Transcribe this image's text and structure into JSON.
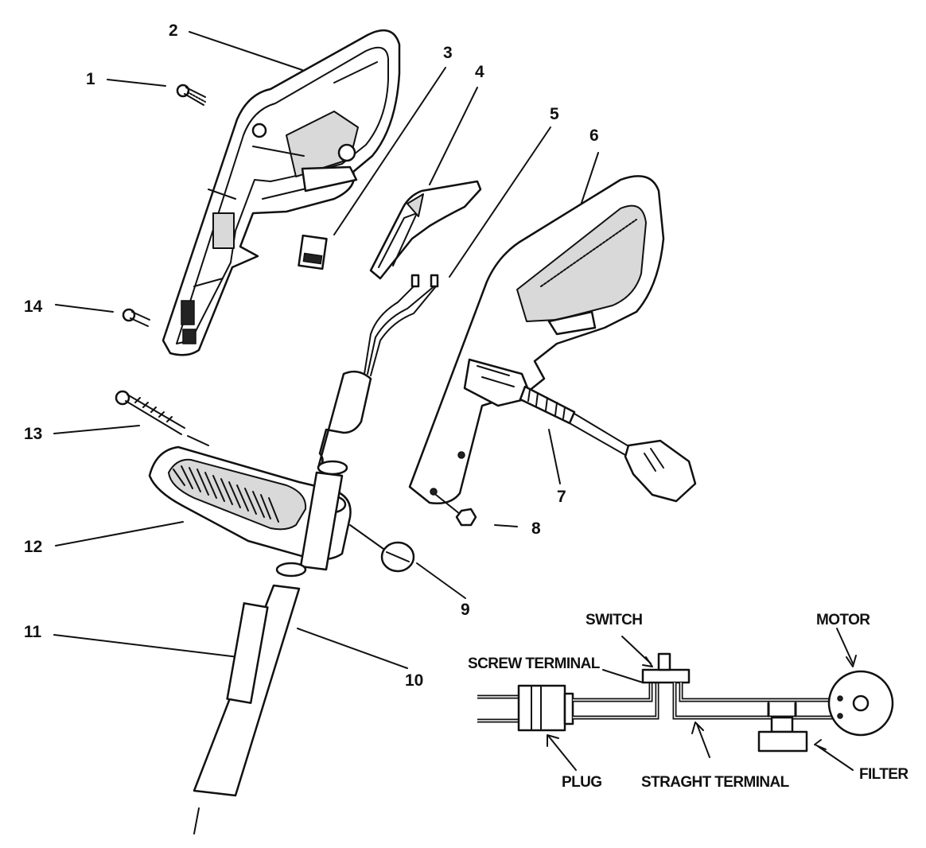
{
  "callouts": {
    "c1": "1",
    "c2": "2",
    "c3": "3",
    "c4": "4",
    "c5": "5",
    "c6": "6",
    "c7": "7",
    "c8": "8",
    "c9": "9",
    "c10": "10",
    "c11": "11",
    "c12": "12",
    "c13": "13",
    "c14": "14"
  },
  "wiring": {
    "switch": "SWITCH",
    "motor": "MOTOR",
    "screw_terminal": "SCREW TERMINAL",
    "plug": "PLUG",
    "straight_terminal": "STRAGHT TERMINAL",
    "filter": "FILTER"
  }
}
